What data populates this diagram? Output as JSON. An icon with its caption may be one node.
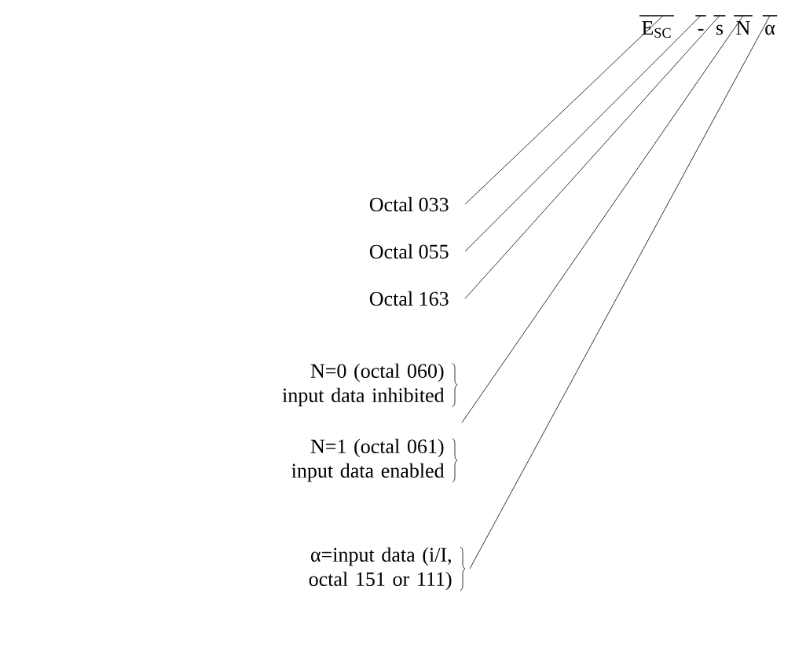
{
  "diagram": {
    "nodes": [
      {
        "text": [
          "E$_{SC}$"
        ]
      },
      {
        "text": [
          "-"
        ]
      },
      {
        "text": [
          "s"
        ]
      },
      {
        "text": [
          "N"
        ]
      },
      {
        "text": [
          "α"
        ]
      },
      {
        "text": [
          "Octal 033"
        ]
      },
      {
        "text": [
          "Octal 055"
        ]
      },
      {
        "text": [
          "Octal 163"
        ]
      },
      {
        "text": [
          "N=0 (octal 060) input data inhibited"
        ]
      },
      {
        "text": [
          "N=1 (octal 061) input data enabled"
        ]
      },
      {
        "text": [
          "α=input data (i/I, octal 151 or 111)"
        ]
      }
    ],
    "edges": [
      {
        "from": 5,
        "to": 0,
        "arrow": "none"
      },
      {
        "from": 6,
        "to": 1,
        "arrow": "none"
      },
      {
        "from": 7,
        "to": 2,
        "arrow": "none"
      },
      {
        "from": 8,
        "to": 3,
        "arrow": "none"
      },
      {
        "from": 9,
        "to": 3,
        "arrow": "none"
      },
      {
        "from": 10,
        "to": 4,
        "arrow": "none"
      }
    ]
  }
}
